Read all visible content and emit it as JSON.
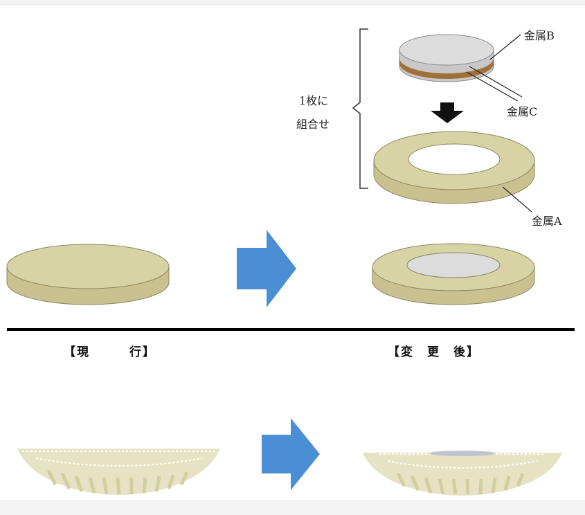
{
  "labels": {
    "metal_b": "金属B",
    "metal_c": "金属C",
    "metal_a": "金属A",
    "combine_line1": "1枚に",
    "combine_line2": "組合せ"
  },
  "captions": {
    "current": "【現　　　行】",
    "changed": "【変　更　後】"
  },
  "colors": {
    "gold_face": "#d8d3a4",
    "gold_side": "#c9c190",
    "silver_face": "#dcdcdc",
    "silver_side": "#c8c8c8",
    "copper": "#a0703a",
    "arrow_blue": "#4a8fd4",
    "arrow_black": "#111111",
    "divider": "#000000"
  }
}
